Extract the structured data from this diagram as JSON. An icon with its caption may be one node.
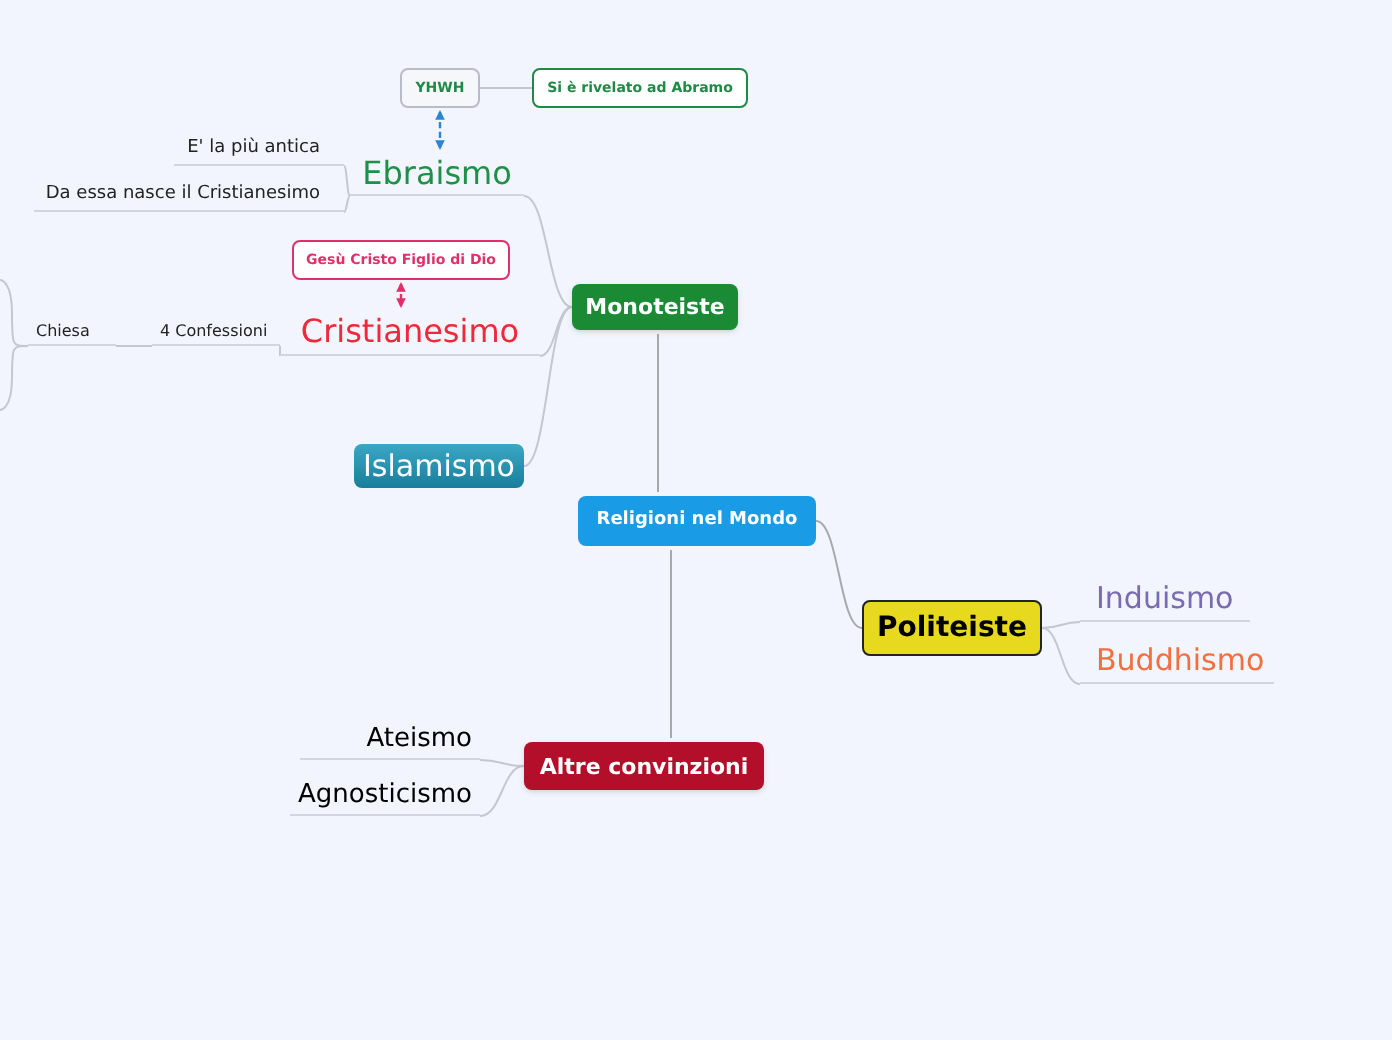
{
  "diagram": {
    "nodes": [
      {
        "text": [
          "Religioni nel Mondo"
        ]
      },
      {
        "text": [
          "Monoteiste"
        ]
      },
      {
        "text": [
          "Ebraismo"
        ]
      },
      {
        "text": [
          "YHWH"
        ]
      },
      {
        "text": [
          "Si è rivelato ad Abramo"
        ]
      },
      {
        "text": [
          "E' la più antica"
        ]
      },
      {
        "text": [
          "Da essa nasce il Cristianesimo"
        ]
      },
      {
        "text": [
          "Gesù Cristo Figlio di Dio"
        ]
      },
      {
        "text": [
          "Cristianesimo"
        ]
      },
      {
        "text": [
          "4 Confessioni"
        ]
      },
      {
        "text": [
          "Chiesa"
        ]
      },
      {
        "text": [
          "Islamismo"
        ]
      },
      {
        "text": [
          "Politeiste"
        ]
      },
      {
        "text": [
          "Induismo"
        ]
      },
      {
        "text": [
          "Buddhismo"
        ]
      },
      {
        "text": [
          "Altre convinzioni"
        ]
      },
      {
        "text": [
          "Ateismo"
        ]
      },
      {
        "text": [
          "Agnosticismo"
        ]
      }
    ],
    "edges": [
      {
        "from": 0,
        "to": 1,
        "arrow": "none",
        "color": "#a8a8b0"
      },
      {
        "from": 0,
        "to": 12,
        "arrow": "none",
        "color": "#a8a8b0"
      },
      {
        "from": 0,
        "to": 15,
        "arrow": "none",
        "color": "#a8a8b0"
      },
      {
        "from": 1,
        "to": 2,
        "arrow": "none"
      },
      {
        "from": 1,
        "to": 8,
        "arrow": "none"
      },
      {
        "from": 1,
        "to": 11,
        "arrow": "none"
      },
      {
        "from": 3,
        "to": 4,
        "arrow": "none"
      },
      {
        "from": 3,
        "to": 2,
        "arrow": "both",
        "style": "dashed",
        "color": "#2a86d0"
      },
      {
        "from": 2,
        "to": 5,
        "arrow": "none"
      },
      {
        "from": 2,
        "to": 6,
        "arrow": "none"
      },
      {
        "from": 7,
        "to": 8,
        "arrow": "both",
        "style": "dashed",
        "color": "#e0306a"
      },
      {
        "from": 8,
        "to": 9,
        "arrow": "none"
      },
      {
        "from": 9,
        "to": 10,
        "arrow": "none"
      },
      {
        "from": 10,
        "to": null,
        "arrow": "none"
      },
      {
        "from": 10,
        "to": null,
        "arrow": "none"
      },
      {
        "from": 12,
        "to": 13,
        "arrow": "none"
      },
      {
        "from": 12,
        "to": 14,
        "arrow": "none"
      },
      {
        "from": 15,
        "to": 16,
        "arrow": "none"
      },
      {
        "from": 15,
        "to": 17,
        "arrow": "none"
      }
    ]
  }
}
